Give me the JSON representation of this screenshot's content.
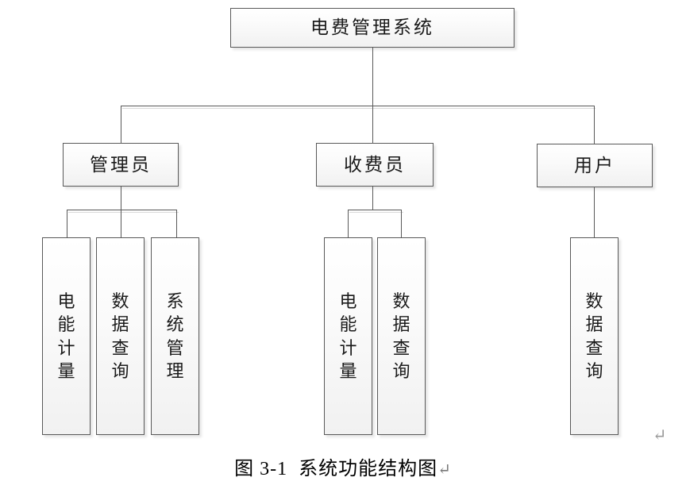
{
  "figure": {
    "root": {
      "label": "电费管理系统"
    },
    "level2": [
      {
        "label": "管理员"
      },
      {
        "label": "收费员"
      },
      {
        "label": "用户"
      }
    ],
    "level3": {
      "admin": [
        {
          "label": "电能计量"
        },
        {
          "label": "数据查询"
        },
        {
          "label": "系统管理"
        }
      ],
      "collector": [
        {
          "label": "电能计量"
        },
        {
          "label": "数据查询"
        }
      ],
      "user": [
        {
          "label": "数据查询"
        }
      ]
    },
    "caption": {
      "number": "图 3-1",
      "text": "系统功能结构图",
      "pilcrow": "↵"
    },
    "marks": {
      "paragraph_return": "↵"
    },
    "colors": {
      "border": "#595959",
      "fill_top": "#ffffff",
      "fill_bottom": "#f1f1f1",
      "text": "#1a1a1a",
      "mark": "#9a9a9a"
    }
  }
}
